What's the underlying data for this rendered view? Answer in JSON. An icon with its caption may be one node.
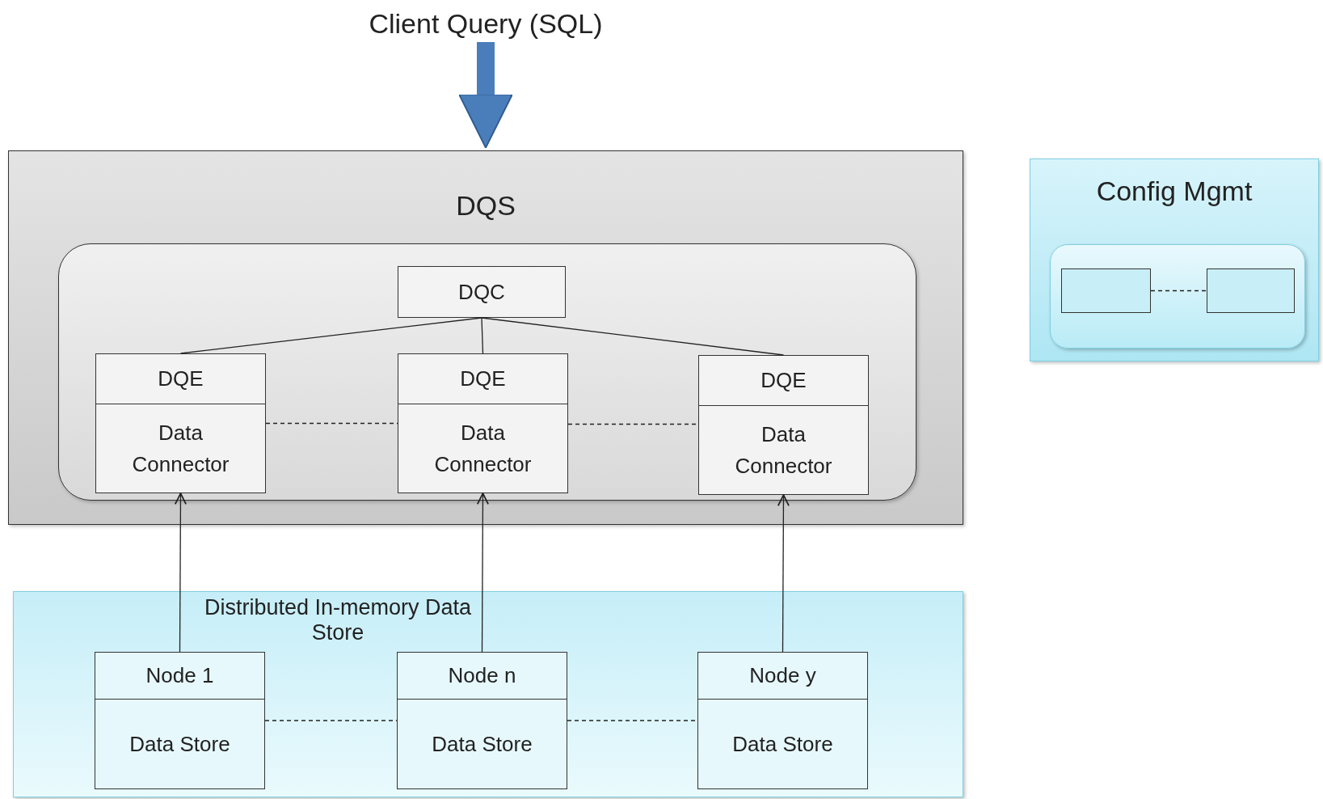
{
  "diagram": {
    "nodes": [
      {
        "text": [
          "Client Query (SQL)"
        ]
      },
      {
        "text": [
          "DQS"
        ]
      },
      {
        "text": [],
        "shape": "box",
        "in": 1
      },
      {
        "text": [
          "DQC"
        ],
        "in": 2
      },
      {
        "text": [
          "DQE",
          "Data Connector"
        ],
        "in": 2
      },
      {
        "text": [
          "DQE",
          "Data Connector"
        ],
        "in": 2
      },
      {
        "text": [
          "DQE",
          "Data Connector"
        ],
        "in": 2
      },
      {
        "text": [
          "Config Mgmt"
        ]
      },
      {
        "text": [],
        "shape": "box",
        "in": 7
      },
      {
        "text": [],
        "shape": "box",
        "in": 8
      },
      {
        "text": [],
        "shape": "box",
        "in": 8
      },
      {
        "text": [
          "Distributed In-memory Data Store"
        ]
      },
      {
        "text": [
          "Node 1",
          "Data Store"
        ],
        "in": 11
      },
      {
        "text": [
          "Node n",
          "Data Store"
        ],
        "in": 11
      },
      {
        "text": [
          "Node y",
          "Data Store"
        ],
        "in": 11
      }
    ],
    "edges": [
      {
        "from": 0,
        "to": 1,
        "arrow": "to",
        "style": "thick",
        "color": "#4a7ebb"
      },
      {
        "from": 3,
        "to": 4,
        "arrow": "none"
      },
      {
        "from": 3,
        "to": 5,
        "arrow": "none"
      },
      {
        "from": 3,
        "to": 6,
        "arrow": "none"
      },
      {
        "from": 4,
        "to": 5,
        "arrow": "none",
        "style": "dashed"
      },
      {
        "from": 5,
        "to": 6,
        "arrow": "none",
        "style": "dashed"
      },
      {
        "from": 9,
        "to": 10,
        "arrow": "none",
        "style": "dashed"
      },
      {
        "from": 12,
        "to": 4,
        "arrow": "to"
      },
      {
        "from": 13,
        "to": 5,
        "arrow": "to"
      },
      {
        "from": 14,
        "to": 6,
        "arrow": "to"
      },
      {
        "from": 12,
        "to": 13,
        "arrow": "none",
        "style": "dashed"
      },
      {
        "from": 13,
        "to": 14,
        "arrow": "none",
        "style": "dashed"
      }
    ]
  }
}
